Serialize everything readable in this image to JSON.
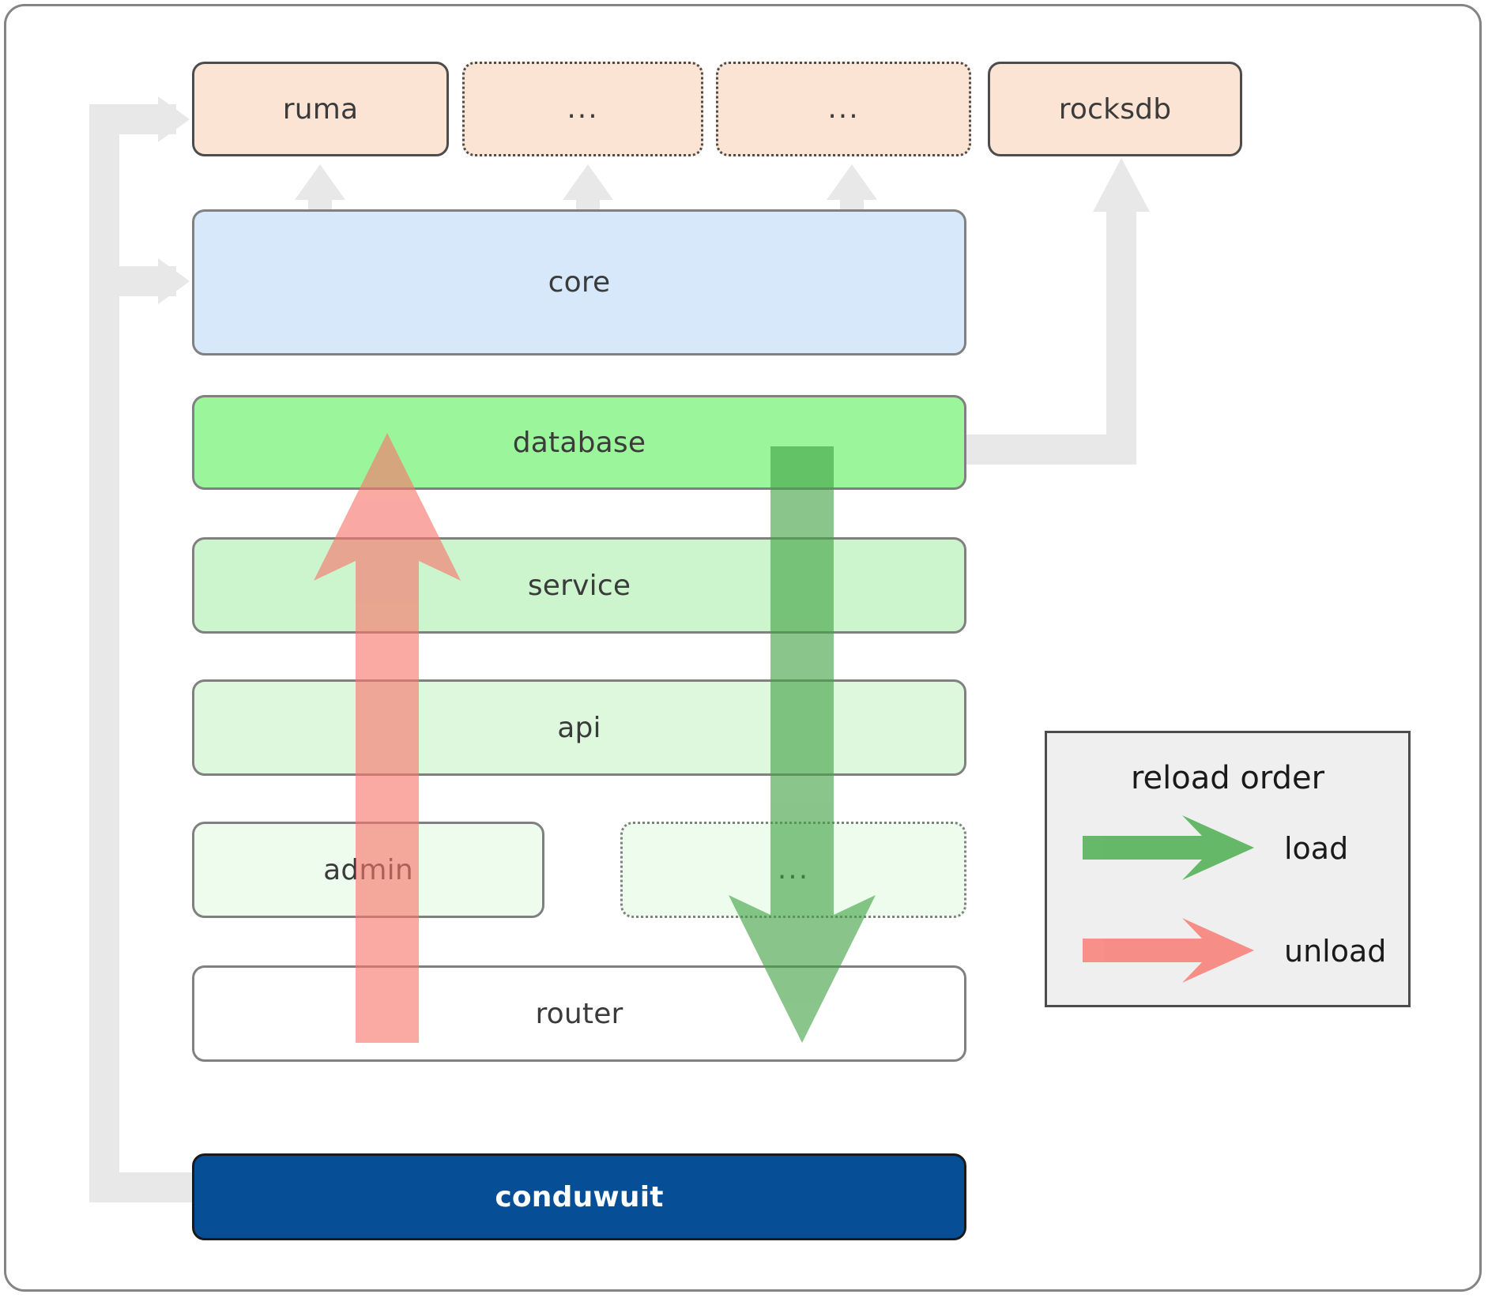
{
  "diagram": {
    "title": "conduwuit crate dependency / reload order diagram",
    "colors": {
      "dependency_fill": "#fce4d4",
      "core_fill": "#d7e8fb",
      "database_fill": "#9bf59b",
      "service_fill": "#cdf5cd",
      "api_fill": "#ddf8dd",
      "admin_fill": "#edfced",
      "router_fill": "#ffffff",
      "root_fill": "#064f96",
      "load_arrow": "#4caf50",
      "unload_arrow": "#f8766d",
      "connector": "#e8e8e8",
      "legend_fill": "#efefef"
    },
    "dependencies": [
      {
        "id": "ruma",
        "label": "ruma",
        "style": "solid"
      },
      {
        "id": "dep-2",
        "label": "...",
        "style": "dotted"
      },
      {
        "id": "dep-3",
        "label": "...",
        "style": "dotted"
      },
      {
        "id": "rocksdb",
        "label": "rocksdb",
        "style": "solid"
      }
    ],
    "layers": [
      {
        "id": "core",
        "label": "core",
        "style": "solid"
      },
      {
        "id": "database",
        "label": "database",
        "style": "solid"
      },
      {
        "id": "service",
        "label": "service",
        "style": "solid"
      },
      {
        "id": "api",
        "label": "api",
        "style": "solid"
      },
      {
        "id": "admin",
        "label": "admin",
        "style": "solid"
      },
      {
        "id": "dots",
        "label": "...",
        "style": "dotted"
      },
      {
        "id": "router",
        "label": "router",
        "style": "solid"
      }
    ],
    "root": {
      "id": "conduwuit",
      "label": "conduwuit"
    },
    "legend": {
      "title": "reload order",
      "items": [
        {
          "id": "load",
          "label": "load",
          "color": "#4caf50"
        },
        {
          "id": "unload",
          "label": "unload",
          "color": "#f8766d"
        }
      ]
    }
  }
}
